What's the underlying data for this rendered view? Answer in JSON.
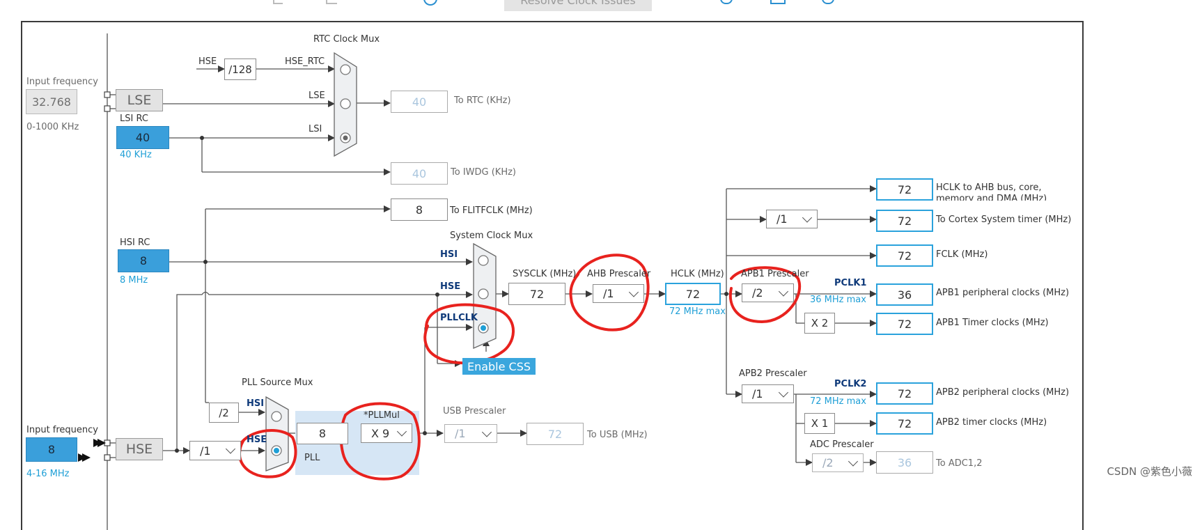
{
  "toolbar": {
    "resolve_label": "Resolve Clock Issues"
  },
  "lse_panel": {
    "input_label": "Input frequency",
    "input_value": "32.768",
    "range": "0-1000 KHz"
  },
  "hse_panel": {
    "input_label": "Input frequency",
    "input_value": "8",
    "range": "4-16 MHz"
  },
  "sources": {
    "lse": "LSE",
    "lsi_rc": {
      "title": "LSI RC",
      "value": "40",
      "freq": "40 KHz"
    },
    "hsi_rc": {
      "title": "HSI RC",
      "value": "8",
      "freq": "8 MHz"
    },
    "hse": "HSE"
  },
  "rtc_mux": {
    "title": "RTC Clock Mux",
    "hse_in": "HSE",
    "divider": "/128",
    "hse_rtc": "HSE_RTC",
    "lse": "LSE",
    "lsi": "LSI",
    "rtc_value": "40",
    "rtc_label": "To RTC (KHz)",
    "iwdg_value": "40",
    "iwdg_label": "To IWDG (KHz)"
  },
  "flit": {
    "value": "8",
    "label": "To FLITFCLK (MHz)"
  },
  "sys_mux": {
    "title": "System Clock Mux",
    "hsi": "HSI",
    "hse": "HSE",
    "pllclk": "PLLCLK",
    "enable_css": "Enable CSS"
  },
  "sysclk": {
    "label": "SYSCLK (MHz)",
    "value": "72"
  },
  "ahb": {
    "label": "AHB Prescaler",
    "value": "/1"
  },
  "hclk": {
    "label": "HCLK (MHz)",
    "value": "72",
    "max": "72 MHz max"
  },
  "apb1": {
    "label": "APB1 Prescaler",
    "value": "/2",
    "pclk": "PCLK1",
    "max": "36 MHz max",
    "timer_mult": "X 2"
  },
  "apb2": {
    "label": "APB2 Prescaler",
    "value": "/1",
    "pclk": "PCLK2",
    "max": "72 MHz max",
    "timer_mult": "X 1"
  },
  "adc": {
    "label": "ADC Prescaler",
    "value": "/2",
    "out_value": "36",
    "out_label": "To ADC1,2"
  },
  "cortex_div": "/1",
  "outputs": [
    {
      "value": "72",
      "label": "HCLK to AHB bus, core, memory and DMA (MHz)"
    },
    {
      "value": "72",
      "label": "To Cortex System timer (MHz)"
    },
    {
      "value": "72",
      "label": "FCLK (MHz)"
    },
    {
      "value": "36",
      "label": "APB1 peripheral clocks (MHz)"
    },
    {
      "value": "72",
      "label": "APB1 Timer clocks (MHz)"
    },
    {
      "value": "72",
      "label": "APB2 peripheral clocks (MHz)"
    },
    {
      "value": "72",
      "label": "APB2 timer clocks (MHz)"
    }
  ],
  "pll": {
    "src_title": "PLL Source Mux",
    "hsi": "HSI",
    "hse": "HSE",
    "hsi_div": "/2",
    "hse_div": "/1",
    "value": "8",
    "label": "PLL",
    "mul_label": "*PLLMul",
    "mul_value": "X 9"
  },
  "usb": {
    "label": "USB Prescaler",
    "div": "/1",
    "value": "72",
    "out_label": "To USB (MHz)"
  },
  "watermark": "CSDN @紫色小薇",
  "colors": {
    "accent": "#3a9fdb",
    "annotation": "#e8221e"
  }
}
